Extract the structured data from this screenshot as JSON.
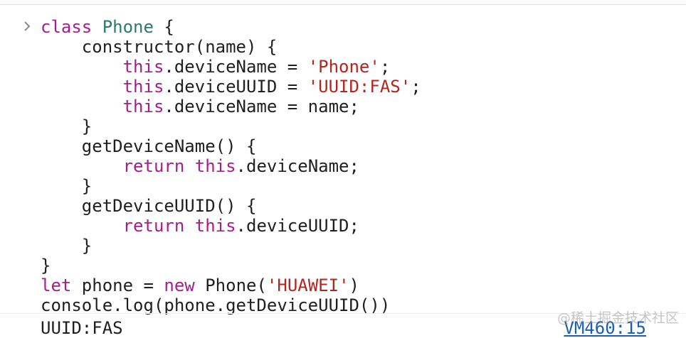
{
  "console": {
    "input_lines": [
      [
        {
          "t": "class ",
          "c": "kw"
        },
        {
          "t": "Phone",
          "c": "cls"
        },
        {
          "t": " {",
          "c": "plain"
        }
      ],
      [
        {
          "t": "    constructor(name) {",
          "c": "plain"
        }
      ],
      [
        {
          "t": "        ",
          "c": "plain"
        },
        {
          "t": "this",
          "c": "kw"
        },
        {
          "t": ".deviceName = ",
          "c": "plain"
        },
        {
          "t": "'Phone'",
          "c": "str"
        },
        {
          "t": ";",
          "c": "plain"
        }
      ],
      [
        {
          "t": "        ",
          "c": "plain"
        },
        {
          "t": "this",
          "c": "kw"
        },
        {
          "t": ".deviceUUID = ",
          "c": "plain"
        },
        {
          "t": "'UUID:FAS'",
          "c": "str"
        },
        {
          "t": ";",
          "c": "plain"
        }
      ],
      [
        {
          "t": "        ",
          "c": "plain"
        },
        {
          "t": "this",
          "c": "kw"
        },
        {
          "t": ".deviceName = name;",
          "c": "plain"
        }
      ],
      [
        {
          "t": "    }",
          "c": "plain"
        }
      ],
      [
        {
          "t": "    getDeviceName() {",
          "c": "plain"
        }
      ],
      [
        {
          "t": "        ",
          "c": "plain"
        },
        {
          "t": "return",
          "c": "kw"
        },
        {
          "t": " ",
          "c": "plain"
        },
        {
          "t": "this",
          "c": "kw"
        },
        {
          "t": ".deviceName;",
          "c": "plain"
        }
      ],
      [
        {
          "t": "    }",
          "c": "plain"
        }
      ],
      [
        {
          "t": "    getDeviceUUID() {",
          "c": "plain"
        }
      ],
      [
        {
          "t": "        ",
          "c": "plain"
        },
        {
          "t": "return",
          "c": "kw"
        },
        {
          "t": " ",
          "c": "plain"
        },
        {
          "t": "this",
          "c": "kw"
        },
        {
          "t": ".deviceUUID;",
          "c": "plain"
        }
      ],
      [
        {
          "t": "    }",
          "c": "plain"
        }
      ],
      [
        {
          "t": "}",
          "c": "plain"
        }
      ],
      [
        {
          "t": "let",
          "c": "kw"
        },
        {
          "t": " phone = ",
          "c": "plain"
        },
        {
          "t": "new",
          "c": "kw"
        },
        {
          "t": " Phone(",
          "c": "plain"
        },
        {
          "t": "'HUAWEI'",
          "c": "str"
        },
        {
          "t": ")",
          "c": "plain"
        }
      ],
      [
        {
          "t": "console.log(phone.getDeviceUUID())",
          "c": "plain"
        }
      ]
    ],
    "output_value": "UUID:FAS",
    "source_link": "VM460:15",
    "prompt_icon": "chevron-right-icon"
  },
  "watermark": "@稀土掘金技术社区",
  "colors": {
    "keyword": "#a71d8c",
    "class_name": "#2a7b6e",
    "string": "#b3261e",
    "link": "#1a5fb4"
  }
}
